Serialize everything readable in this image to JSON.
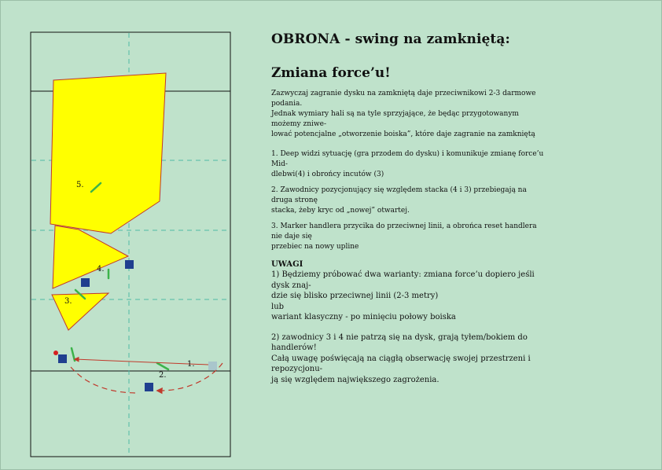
{
  "title": "OBRONA - swing na zamkniętą:",
  "subtitle": "Zmiana force’u!",
  "intro": "Zazwyczaj zagranie dysku na zamkniętą daje przeciwnikowi 2-3 darmowe podania.\nJednak wymiary hali są na tyle sprzyjające, że będąc przygotowanym możemy zniwe-\nlować potencjalne „otworzenie boiska”, które daje zagranie na zamkniętą",
  "steps": [
    "1. Deep widzi sytuację (gra przodem do dysku) i komunikuje zmianę force’u Mid-\ndlebwi(4) i obrońcy incutów (3)",
    "2. Zawodnicy pozycjonujący się względem stacka (4 i 3) przebiegają na druga stronę\nstacka, żeby kryc od „nowej” otwartej.",
    "3. Marker handlera przycika do przeciwnej linii, a obrońca reset handlera nie daje się\nprzebiec na nowy upline"
  ],
  "uwagi": {
    "heading": "UWAGI",
    "point1": "1) Będziemy próbować dwa warianty: zmiana force’u dopiero jeśli dysk znaj-\ndzie się blisko przeciwnej linii (2-3 metry)\nlub\nwariant klasyczny - po minięciu połowy boiska",
    "point2": "2) zawodnicy 3 i 4 nie patrzą się na dysk, grają tyłem/bokiem do handlerów!\nCałą uwagę poświęcają na ciągłą obserwację swojej przestrzeni i repozycjonu-\nją się względem największego zagrożenia."
  },
  "diagram": {
    "zone_labels": [
      "5.",
      "4.",
      "3."
    ],
    "player_labels": [
      "1.",
      "2."
    ],
    "colors": {
      "zone_fill": "#ffff00",
      "zone_stroke": "#c0392b",
      "player": "#1f3f8f",
      "disc_holder": "#a9c6cc",
      "defender_mark": "#3cb34a",
      "arrow": "#c0392b",
      "guide_lines": "#4fb9a5",
      "field_lines": "#111111"
    }
  }
}
